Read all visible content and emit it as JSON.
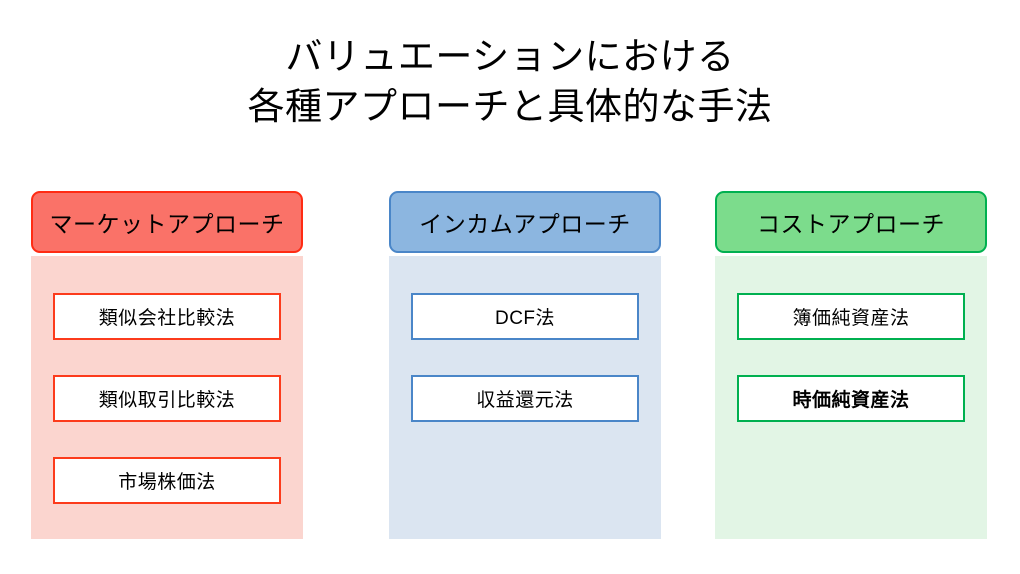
{
  "title": {
    "line1": "バリュエーションにおける",
    "line2": "各種アプローチと具体的な手法"
  },
  "colors": {
    "market_header_fill": "#fa7268",
    "market_header_border": "#ff2b13",
    "market_panel_fill": "#fbd5cf",
    "market_item_border": "#fc3b1c",
    "income_header_fill": "#8cb6e0",
    "income_header_border": "#4a86c8",
    "income_panel_fill": "#dbe5f1",
    "income_item_border": "#4a86c8",
    "cost_header_fill": "#7cdc8c",
    "cost_header_border": "#00b050",
    "cost_panel_fill": "#e2f5e5",
    "cost_item_border": "#00b050",
    "text": "#000000",
    "background": "#ffffff"
  },
  "columns": [
    {
      "id": "market-approach",
      "header": "マーケットアプローチ",
      "items": [
        {
          "label": "類似会社比較法",
          "bold": false
        },
        {
          "label": "類似取引比較法",
          "bold": false
        },
        {
          "label": "市場株価法",
          "bold": false
        }
      ]
    },
    {
      "id": "income-approach",
      "header": "インカムアプローチ",
      "items": [
        {
          "label": "DCF法",
          "bold": false
        },
        {
          "label": "収益還元法",
          "bold": false
        }
      ]
    },
    {
      "id": "cost-approach",
      "header": "コストアプローチ",
      "items": [
        {
          "label": "簿価純資産法",
          "bold": false
        },
        {
          "label": "時価純資産法",
          "bold": true
        }
      ]
    }
  ]
}
